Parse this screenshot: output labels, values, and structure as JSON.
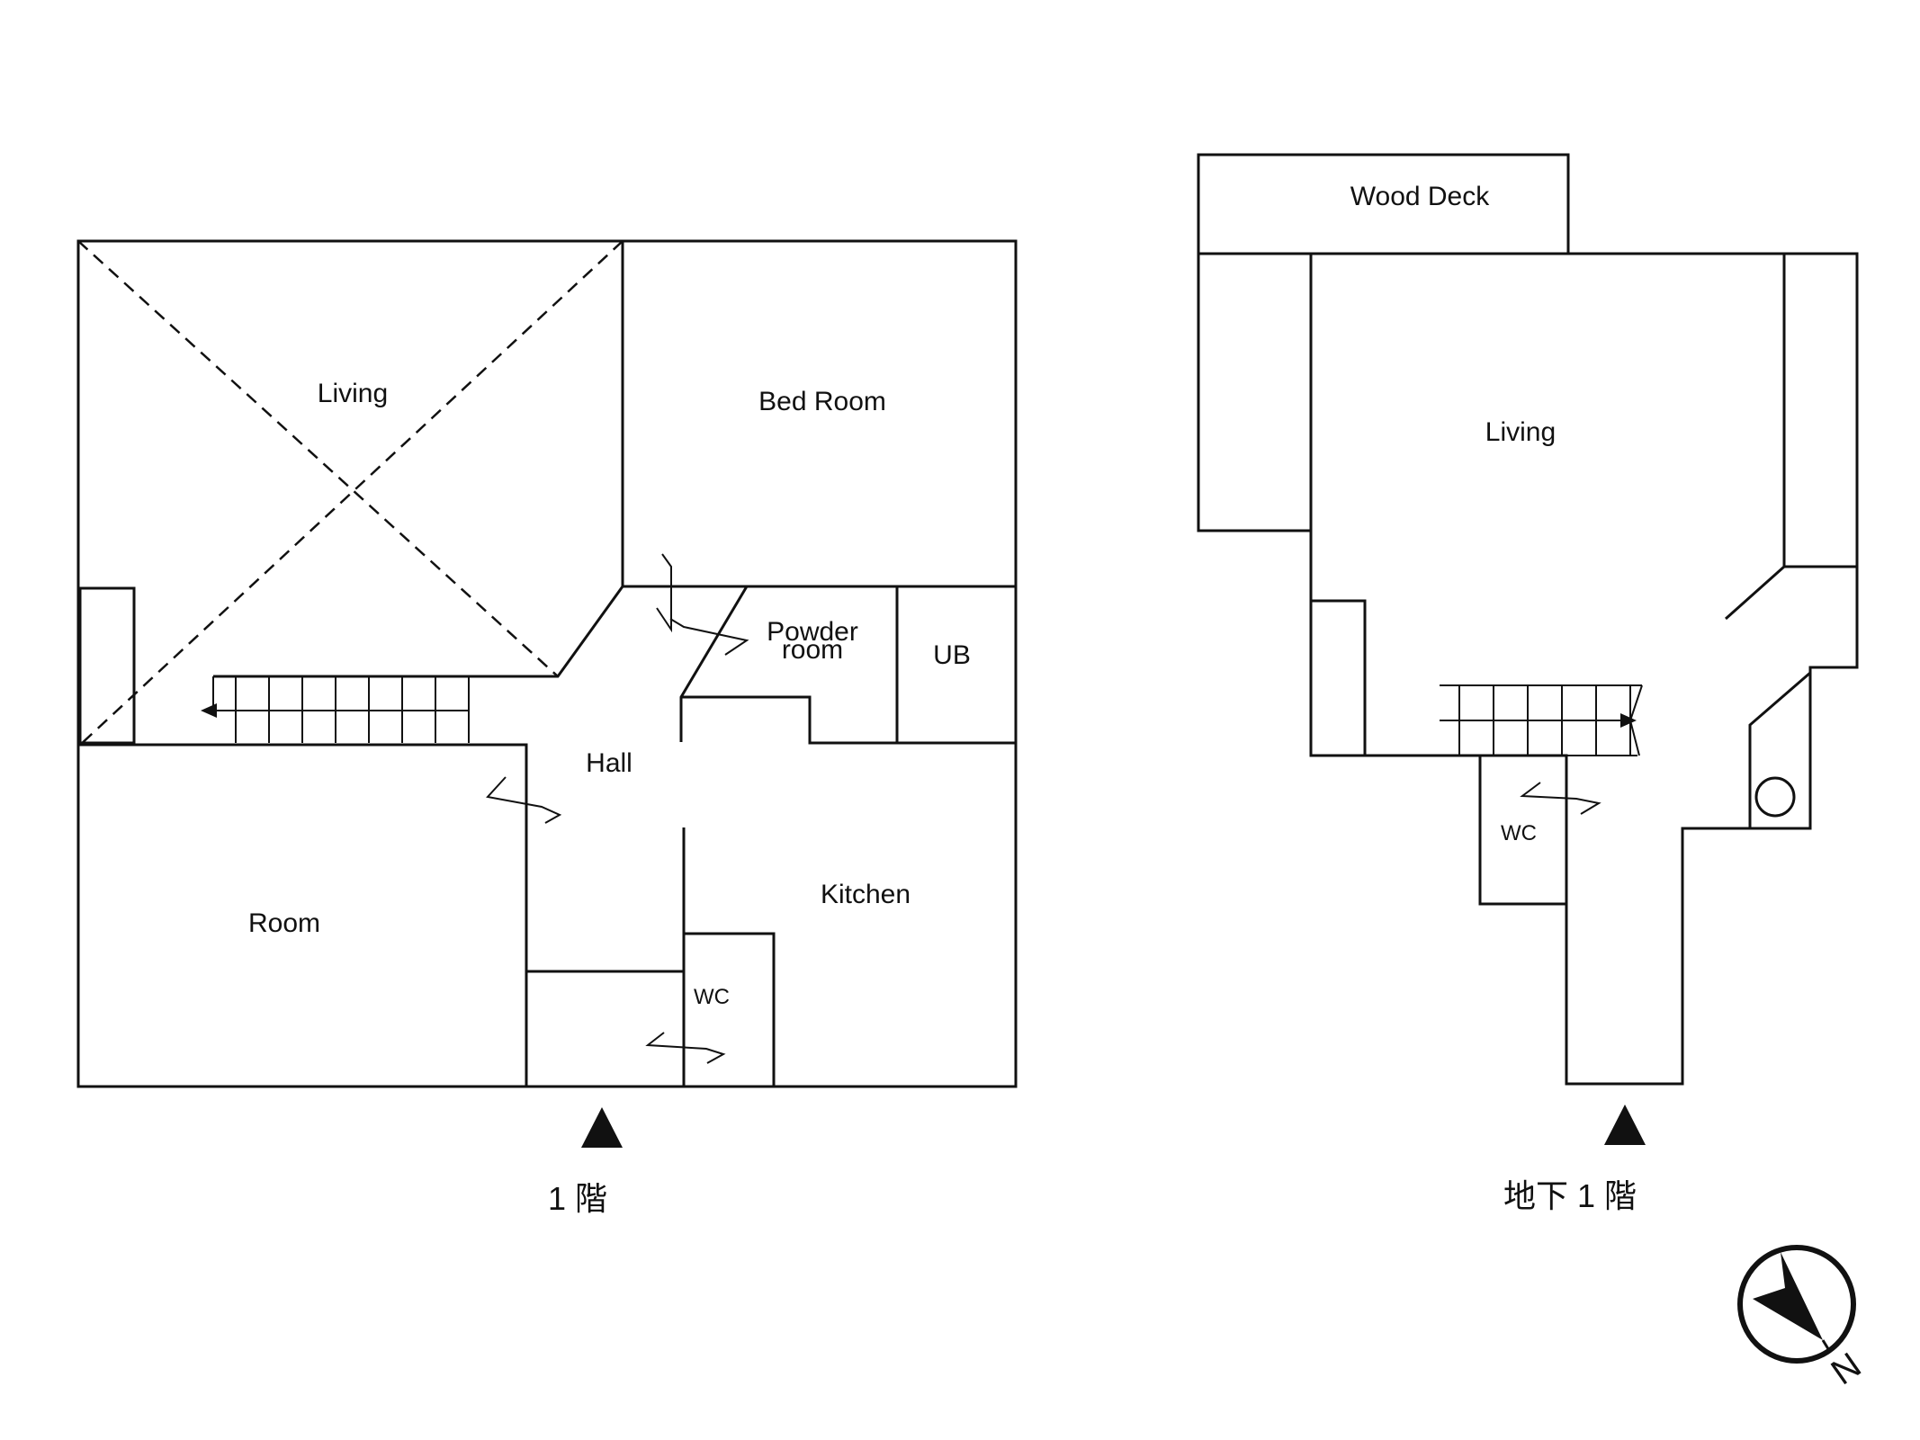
{
  "floor_1": {
    "caption": "1 階",
    "rooms": {
      "living": "Living",
      "bed_room": "Bed Room",
      "powder_line1": "Powder",
      "powder_line2": "room",
      "ub": "UB",
      "hall": "Hall",
      "room": "Room",
      "kitchen": "Kitchen",
      "wc": "WC"
    }
  },
  "basement_1": {
    "caption": "地下 1 階",
    "rooms": {
      "wood_deck": "Wood Deck",
      "living": "Living",
      "wc": "WC"
    }
  },
  "compass": {
    "direction_label": "N"
  }
}
